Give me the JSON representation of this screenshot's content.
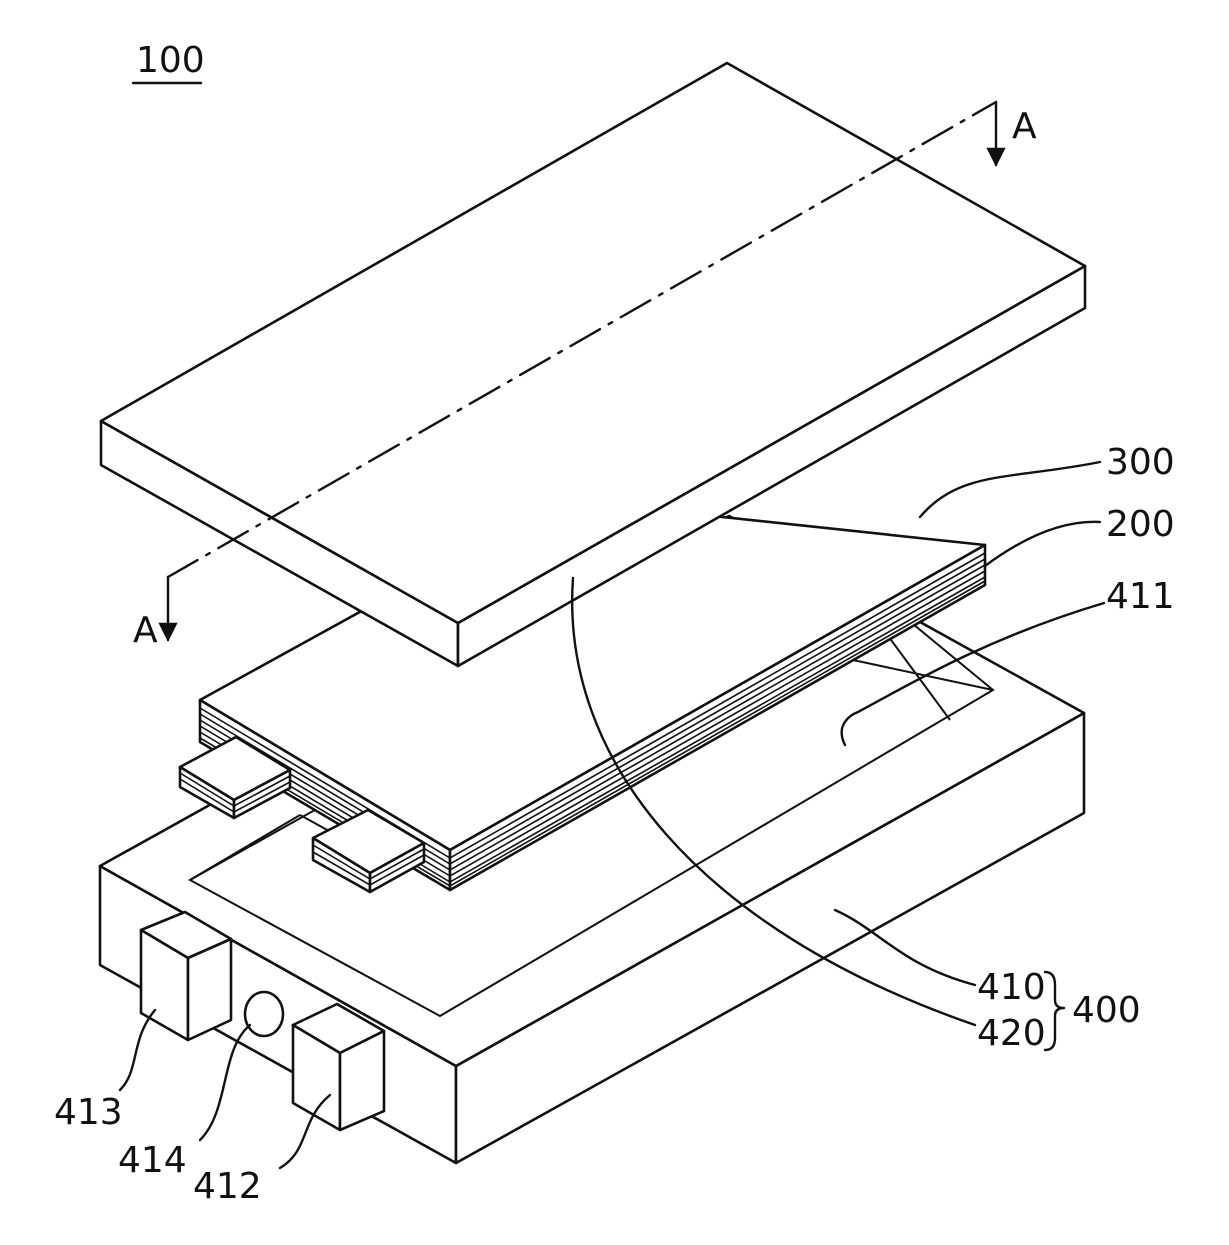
{
  "labels": {
    "device": "100",
    "section_top": "A",
    "section_bottom": "A",
    "cover": "300",
    "cell_stack": "200",
    "cavity": "411",
    "body": "410",
    "bracket_group": "400",
    "frame": "420",
    "terminal_left": "413",
    "port": "414",
    "terminal_right": "412"
  }
}
